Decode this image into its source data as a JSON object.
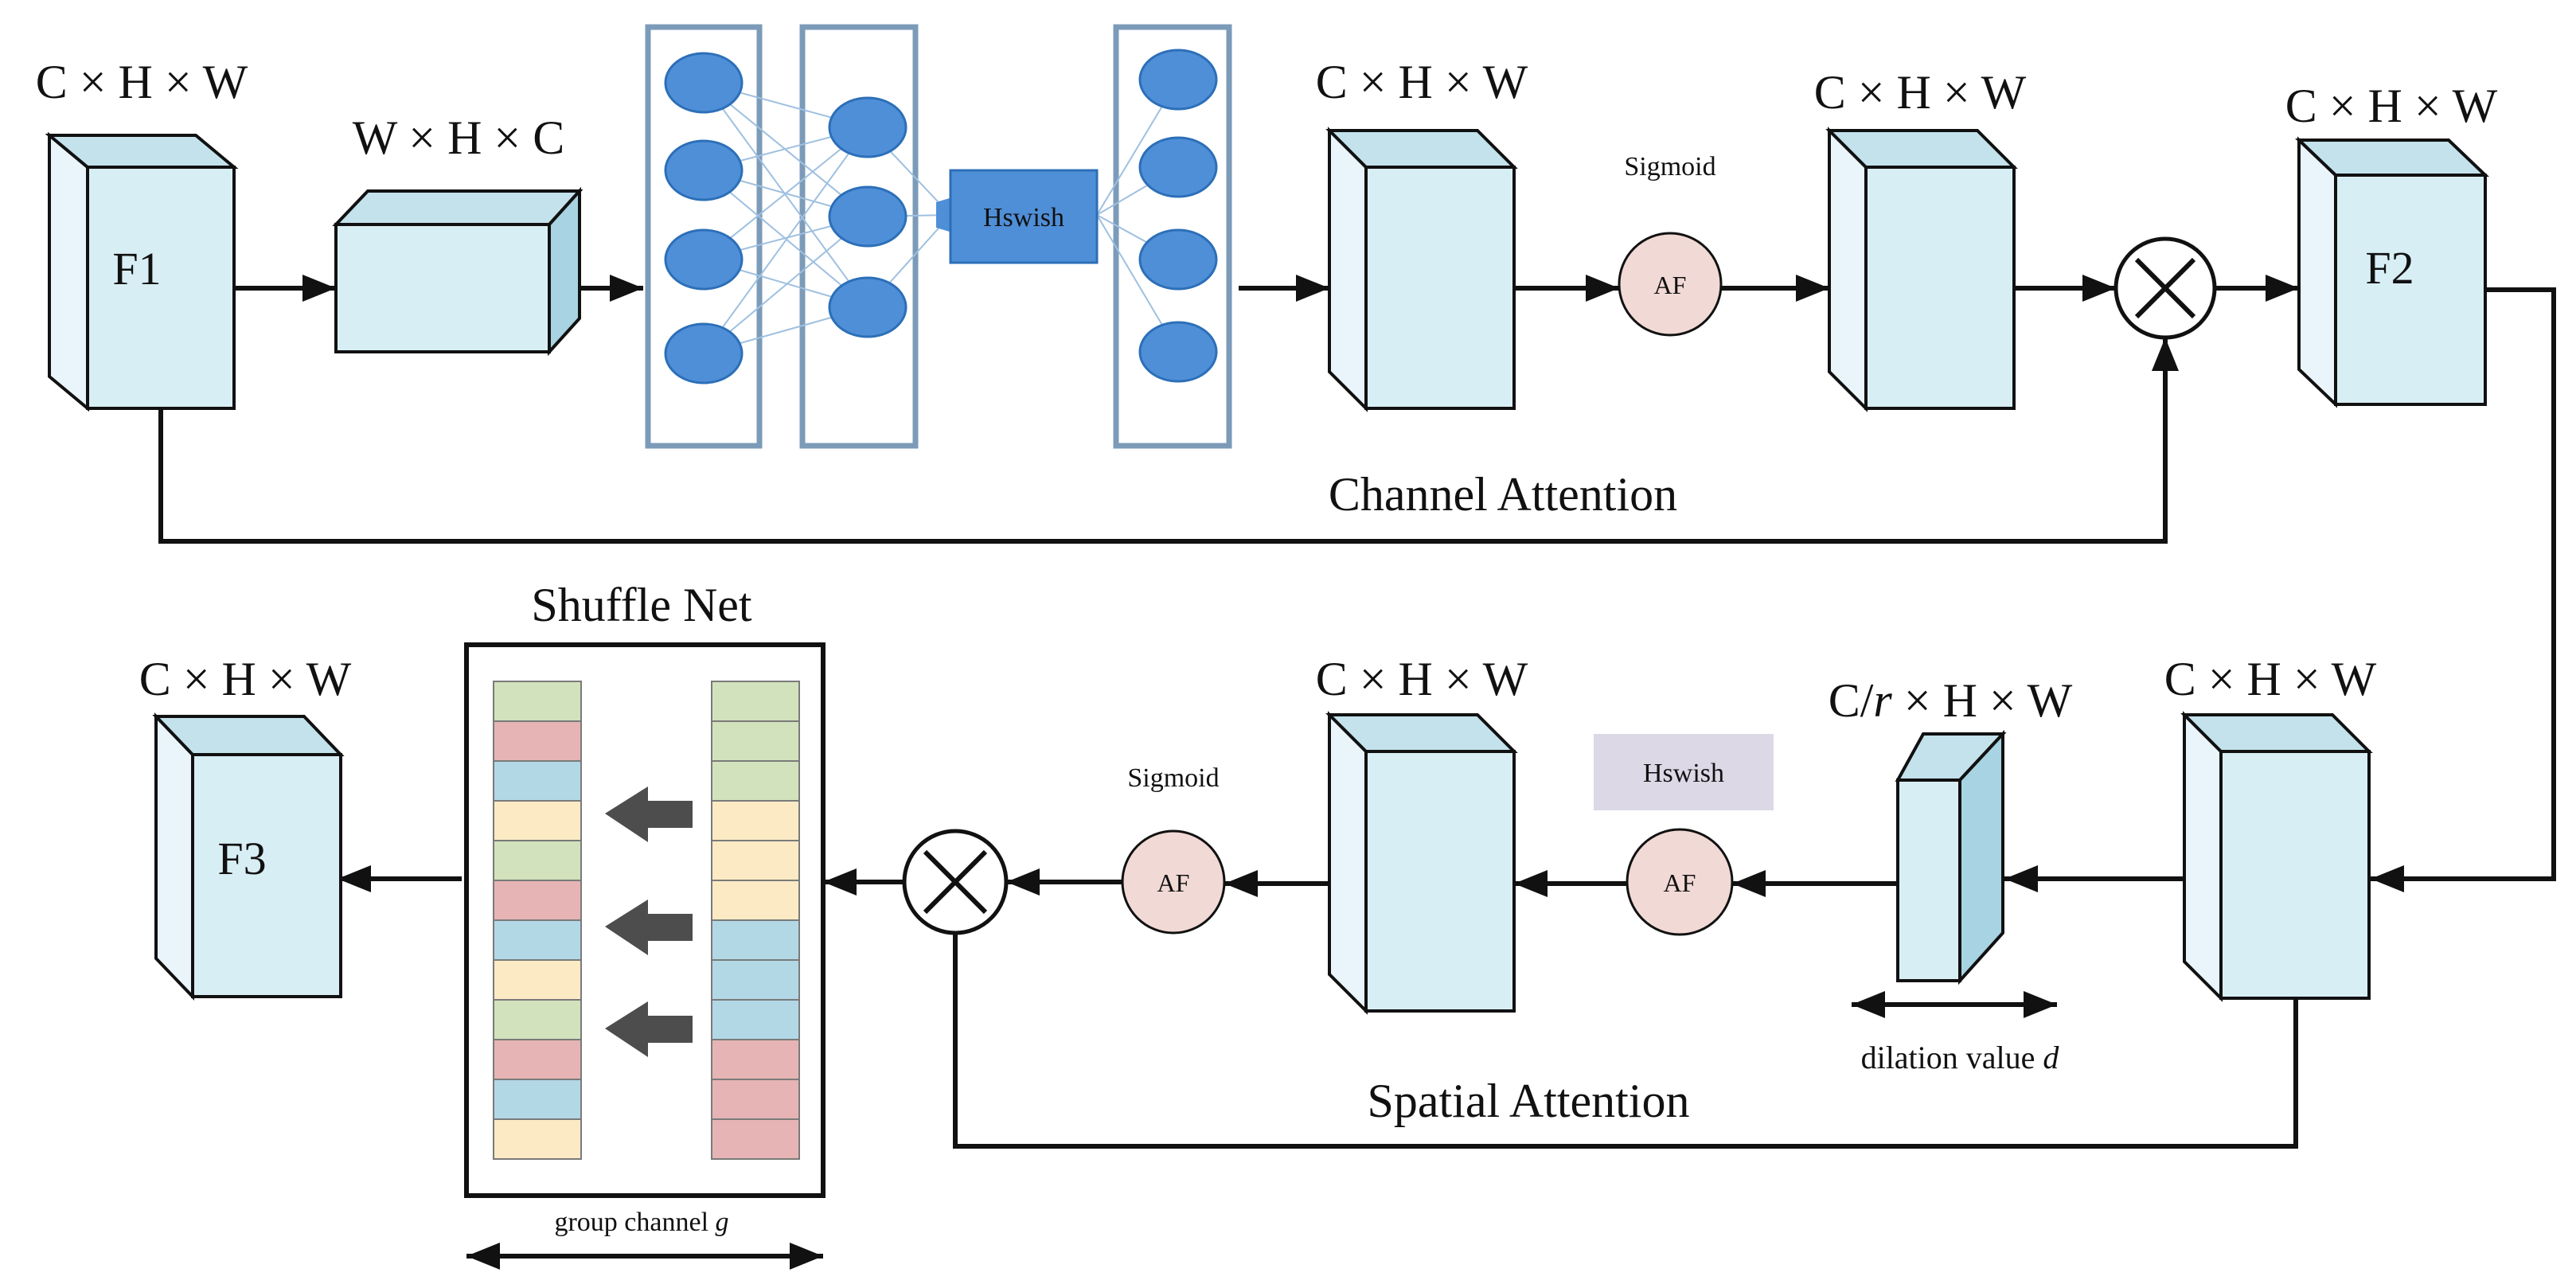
{
  "channel_attention": {
    "title": "Channel Attention",
    "input": {
      "label": "F1",
      "dims": "C × H × W"
    },
    "permute": {
      "dims": "W × H × C"
    },
    "mlp": {
      "activation": "Hswish"
    },
    "mlp_out": {
      "dims": "C × H × W"
    },
    "gate": {
      "name": "Sigmoid",
      "symbol": "AF"
    },
    "gated": {
      "dims": "C × H × W"
    },
    "output": {
      "label": "F2",
      "dims": "C × H × W"
    }
  },
  "spatial_attention": {
    "title": "Spatial Attention",
    "input": {
      "dims": "C × H × W"
    },
    "reduced": {
      "dims": "C/r × H × W",
      "dilation_label": "dilation value d"
    },
    "act": {
      "name": "Hswish",
      "symbol": "AF"
    },
    "conv": {
      "dims": "C × H × W"
    },
    "gate": {
      "name": "Sigmoid",
      "symbol": "AF"
    }
  },
  "shuffle": {
    "title": "Shuffle Net",
    "group_label": "group channel g",
    "colors": {
      "green": "#d2e2bc",
      "red": "#e6b4b4",
      "blue": "#b2d8e6",
      "yellow": "#fbeac4"
    },
    "left_column": [
      "green",
      "red",
      "blue",
      "yellow",
      "green",
      "red",
      "blue",
      "yellow",
      "green",
      "red",
      "blue",
      "yellow"
    ],
    "right_column": [
      "green",
      "green",
      "green",
      "yellow",
      "yellow",
      "yellow",
      "blue",
      "blue",
      "blue",
      "red",
      "red",
      "red"
    ]
  },
  "output": {
    "label": "F3",
    "dims": "C × H × W"
  },
  "symbols": {
    "multiply": "multiply-icon"
  }
}
